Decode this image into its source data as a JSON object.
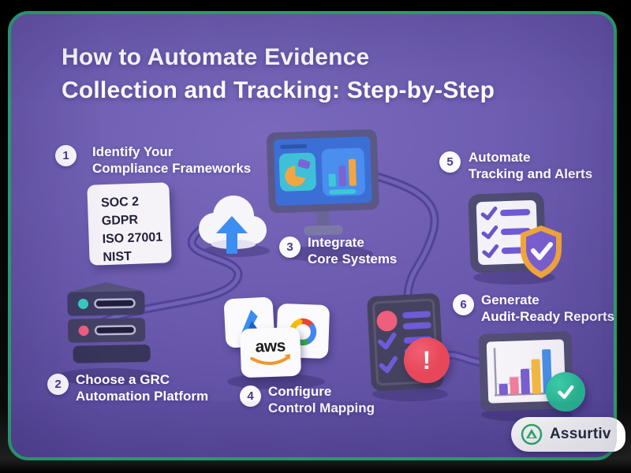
{
  "title": {
    "line1": "How to Automate Evidence",
    "line2": "Collection and Tracking: Step-by-Step"
  },
  "steps": [
    {
      "number": "1",
      "label_line1": "Identify Your",
      "label_line2": "Compliance Frameworks"
    },
    {
      "number": "2",
      "label_line1": "Choose a GRC",
      "label_line2": "Automation Platform"
    },
    {
      "number": "3",
      "label_line1": "Integrate",
      "label_line2": "Core Systems"
    },
    {
      "number": "4",
      "label_line1": "Configure",
      "label_line2": "Control Mapping"
    },
    {
      "number": "5",
      "label_line1": "Automate",
      "label_line2": "Tracking and Alerts"
    },
    {
      "number": "6",
      "label_line1": "Generate",
      "label_line2": "Audit-Ready Reports"
    }
  ],
  "frameworks_card": {
    "items": [
      "SOC 2",
      "GDPR",
      "ISO 27001",
      "NIST"
    ]
  },
  "integrations": {
    "aws_label": "aws",
    "icons": [
      "azure-logo-icon",
      "google-cloud-logo-icon",
      "aws-logo-icon"
    ]
  },
  "alert_badge": {
    "symbol": "!"
  },
  "brand": {
    "name": "Assurtiv"
  },
  "colors": {
    "background_purple": "#6a59ad",
    "border_green": "#2cae74",
    "accent_blue": "#3d8ef0",
    "accent_orange": "#f2a544",
    "accent_purple": "#7a5fd0",
    "accent_teal": "#38cbc4",
    "accent_pink": "#ef5d7a",
    "alert_red": "#e8475a",
    "success_teal": "#2ec4a0",
    "card_white": "#f5f3f8",
    "dark_navy": "#403d64"
  }
}
